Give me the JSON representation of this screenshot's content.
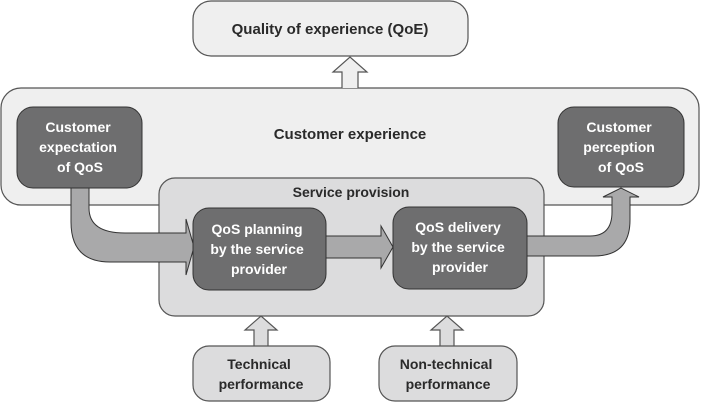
{
  "title": "Quality of experience (QoE)",
  "customer_experience": {
    "label": "Customer experience",
    "expectation": [
      "Customer",
      "expectation",
      "of QoS"
    ],
    "perception": [
      "Customer",
      "perception",
      "of QoS"
    ]
  },
  "service_provision": {
    "label": "Service provision",
    "planning": [
      "QoS planning",
      "by the service",
      "provider"
    ],
    "delivery": [
      "QoS delivery",
      "by the service",
      "provider"
    ]
  },
  "inputs": {
    "technical": [
      "Technical",
      "performance"
    ],
    "non_technical": [
      "Non-technical",
      "performance"
    ]
  },
  "colors": {
    "light_box": "#efefef",
    "service_box": "#dcdcdd",
    "dark_box": "#6e6e6f",
    "arrow_fill": "#a9a9aa",
    "stroke": "#444444"
  }
}
